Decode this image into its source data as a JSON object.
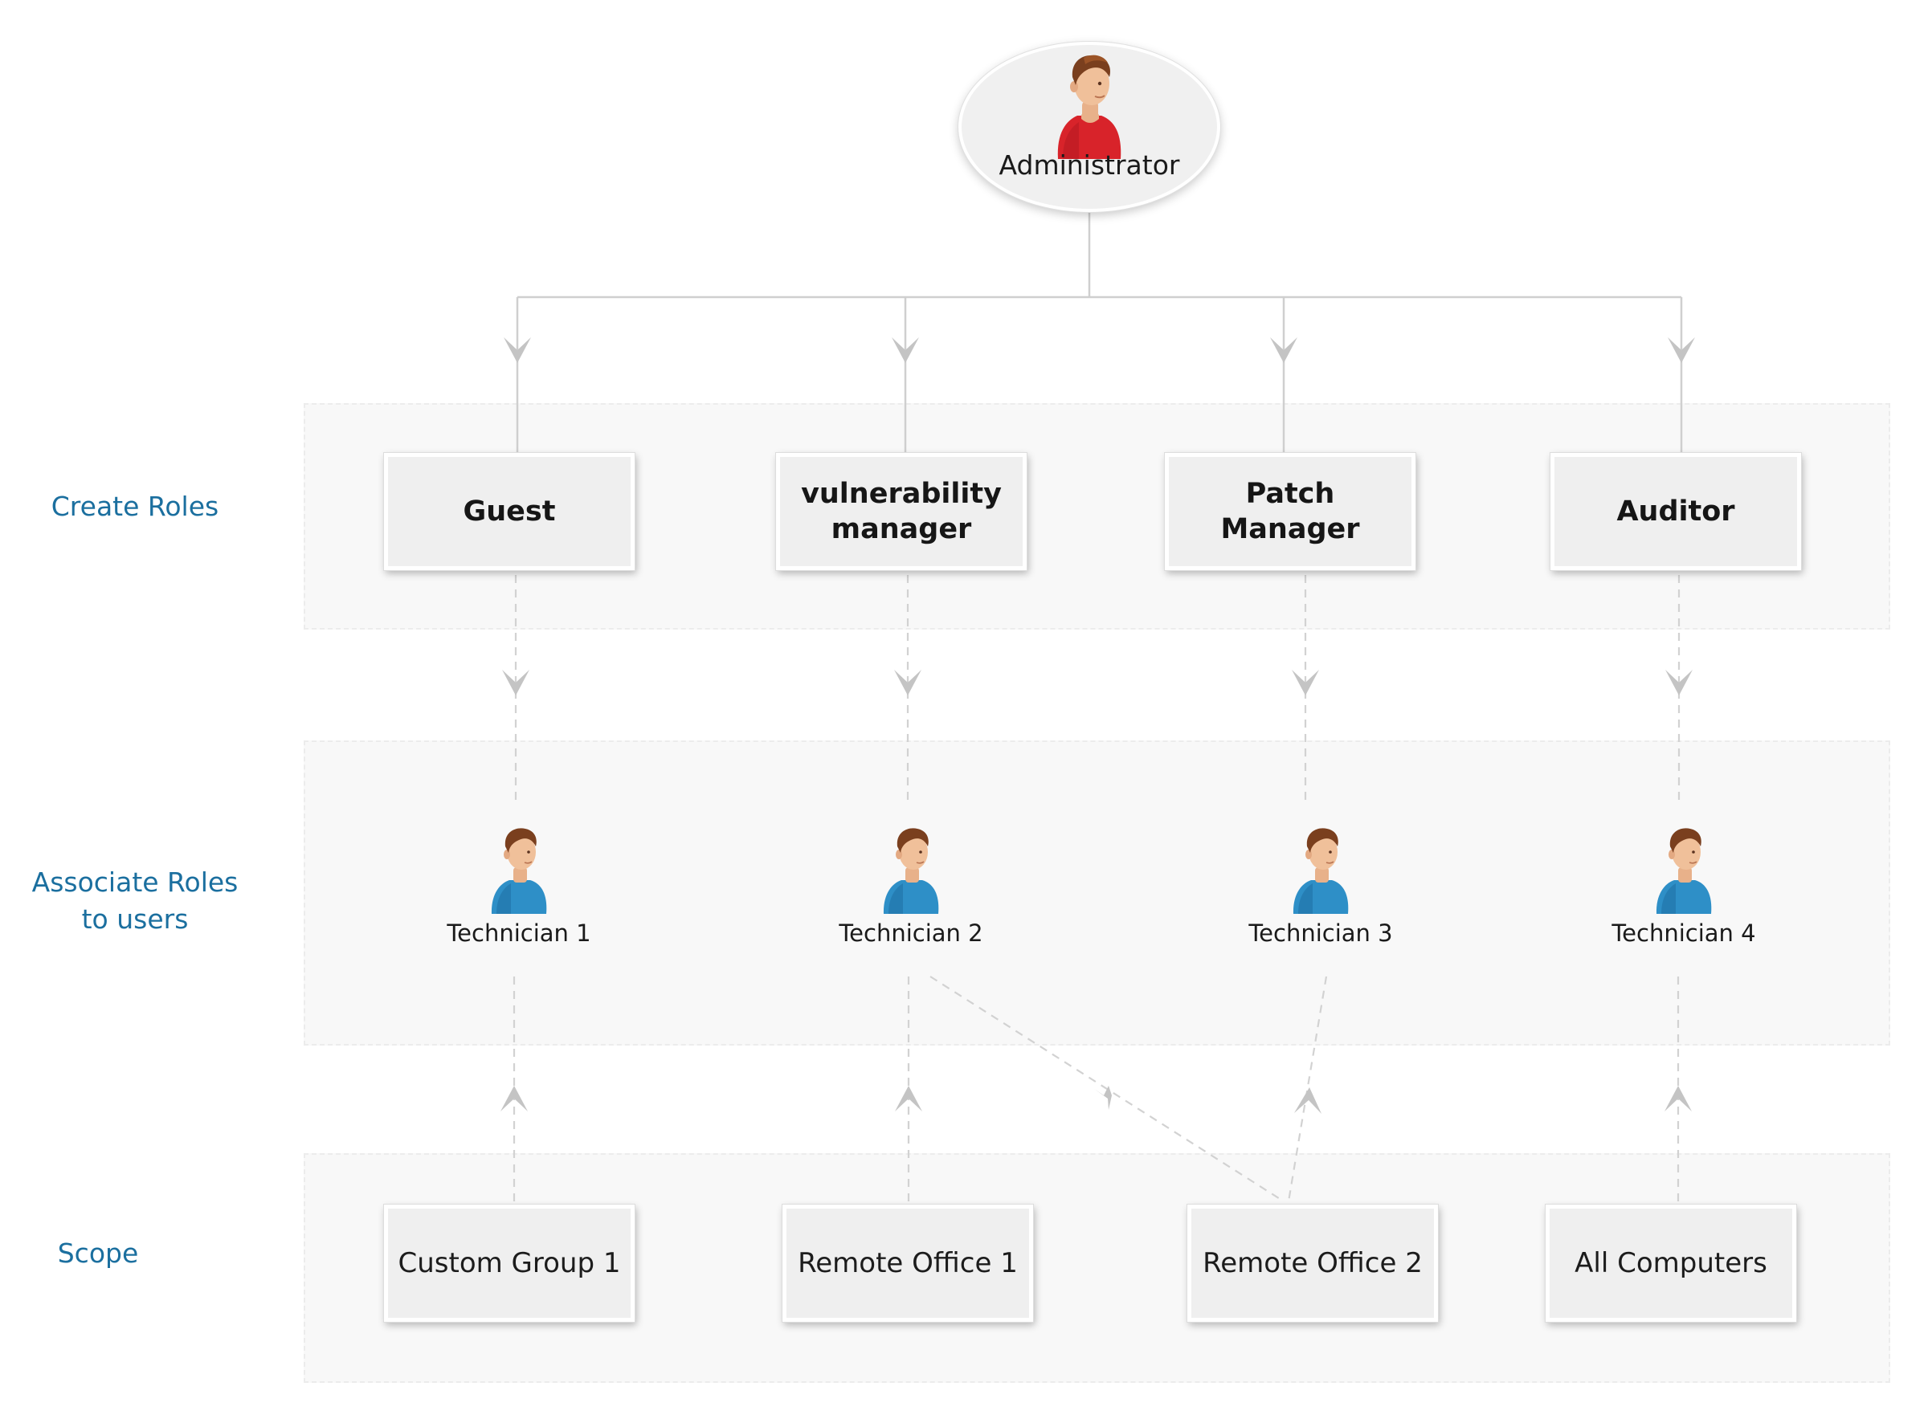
{
  "administrator": {
    "label": "Administrator",
    "icon": "administrator-user-icon"
  },
  "row_labels": {
    "create_roles": "Create Roles",
    "associate_roles": [
      "Associate Roles",
      "to users"
    ],
    "scope": "Scope"
  },
  "roles": [
    {
      "lines": [
        "Guest"
      ]
    },
    {
      "lines": [
        "vulnerability",
        "manager"
      ]
    },
    {
      "lines": [
        "Patch",
        "Manager"
      ]
    },
    {
      "lines": [
        "Auditor"
      ]
    }
  ],
  "technicians": [
    "Technician 1",
    "Technician 2",
    "Technician 3",
    "Technician 4"
  ],
  "scopes": [
    "Custom Group 1",
    "Remote Office 1",
    "Remote Office 2",
    "All Computers"
  ],
  "colors": {
    "accent_label": "#1b6f9f",
    "admin_shirt": "#d8232a",
    "technician_shirt": "#2e8fc7",
    "connector": "#c4c4c4",
    "band_background": "#f8f8f8"
  }
}
